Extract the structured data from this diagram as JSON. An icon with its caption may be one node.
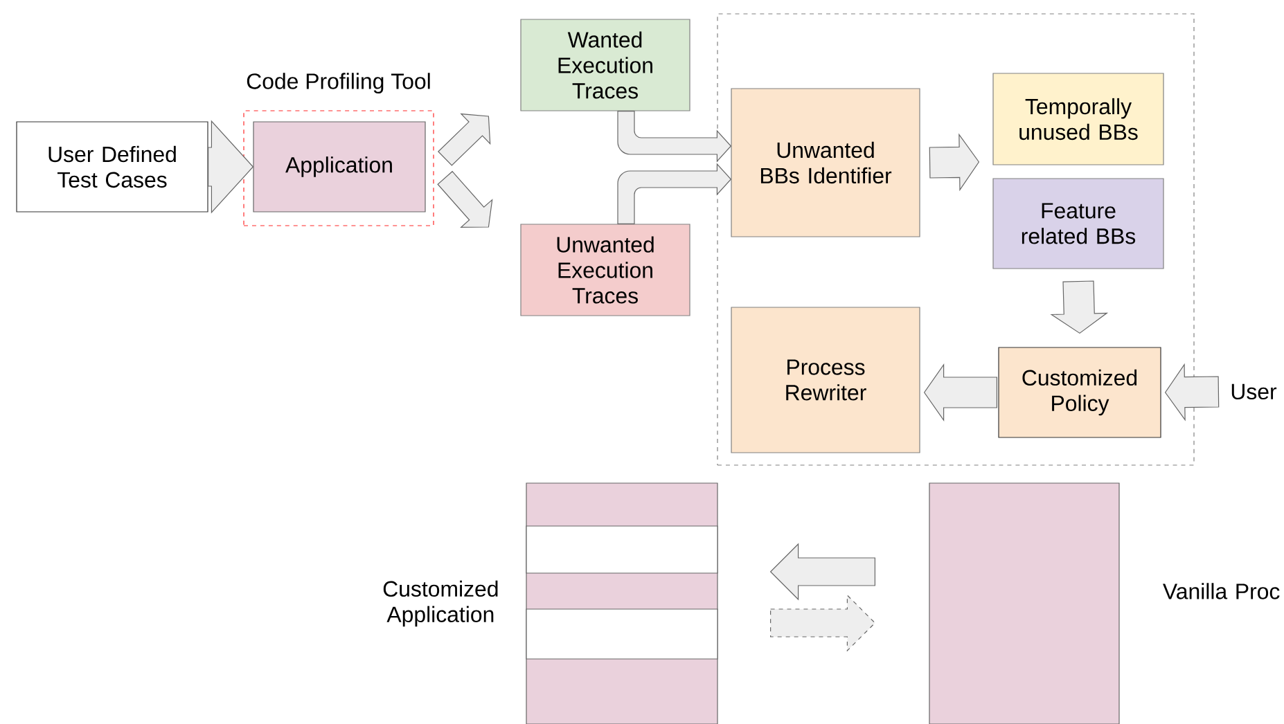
{
  "diagram": {
    "nodes": [
      {
        "text": [
          "User Defined Test Cases"
        ]
      },
      {
        "text": [
          "Code Profiling Tool"
        ]
      },
      {
        "text": [
          "Application"
        ],
        "in": 1
      },
      {
        "text": [
          "Wanted Execution Traces"
        ]
      },
      {
        "text": [
          "Unwanted Execution Traces"
        ]
      },
      {
        "text": [],
        "shape": "box"
      },
      {
        "text": [
          "Unwanted BBs Identifier"
        ],
        "in": 5
      },
      {
        "text": [
          "Temporally unused BBs"
        ],
        "in": 5
      },
      {
        "text": [
          "Feature related BBs"
        ],
        "in": 5
      },
      {
        "text": [
          "Customized Policy"
        ],
        "in": 5
      },
      {
        "text": [
          "Process Rewriter"
        ],
        "in": 5
      },
      {
        "text": [
          "User"
        ]
      },
      {
        "text": [],
        "shape": "box",
        "beside": [
          "Customized Application"
        ]
      },
      {
        "text": [],
        "shape": "box",
        "beside": [
          "Vanilla Proc"
        ]
      }
    ],
    "edges": [
      {
        "from": 0,
        "to": 2,
        "arrow": "to"
      },
      {
        "from": 1,
        "to": 3,
        "arrow": "to"
      },
      {
        "from": 1,
        "to": 4,
        "arrow": "to"
      },
      {
        "from": 3,
        "to": 6,
        "arrow": "to"
      },
      {
        "from": 4,
        "to": 6,
        "arrow": "to"
      },
      {
        "from": 6,
        "to": 7,
        "arrow": "to"
      },
      {
        "from": 8,
        "to": 9,
        "arrow": "to"
      },
      {
        "from": 9,
        "to": 10,
        "arrow": "to"
      },
      {
        "from": 11,
        "to": 9,
        "arrow": "to"
      },
      {
        "from": 13,
        "to": 12,
        "arrow": "to"
      },
      {
        "from": 12,
        "to": 13,
        "arrow": "to",
        "style": "dashed"
      }
    ]
  }
}
